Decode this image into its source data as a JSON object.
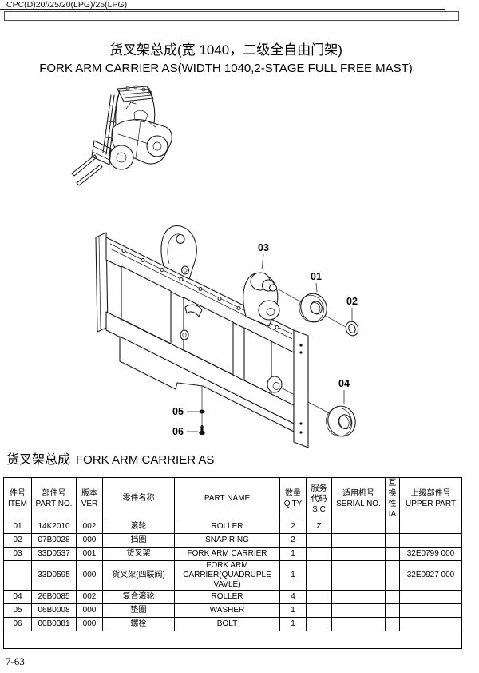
{
  "header": {
    "model": "CPC(D)20//25/20(LPG)/25(LPG)"
  },
  "title": {
    "zh": "货叉架总成(宽 1040，二级全自由门架)",
    "en": "FORK ARM CARRIER AS(WIDTH 1040,2-STAGE FULL FREE MAST)"
  },
  "section": {
    "zh": "货叉架总成",
    "en": "FORK ARM CARRIER AS"
  },
  "table": {
    "headers": {
      "item_zh": "件号",
      "item_en": "ITEM",
      "part_no_zh": "部件号",
      "part_no_en": "PART NO.",
      "ver_zh": "版本",
      "ver_en": "VER",
      "name_zh": "零件名称",
      "name_en": "PART NAME",
      "qty_zh": "数量",
      "qty_en": "Q'TY",
      "sc_zh": "服务代码",
      "sc_en": "S.C",
      "serial_zh": "适用机号",
      "serial_en": "SERIAL NO.",
      "ia_zh": "互换性",
      "ia_en": "IA",
      "upper_zh": "上级部件号",
      "upper_en": "UPPER PART"
    },
    "rows": [
      [
        "01",
        "14K2010",
        "002",
        "滚轮",
        "ROLLER",
        "2",
        "Z",
        "",
        "",
        ""
      ],
      [
        "02",
        "07B0028",
        "000",
        "挡圈",
        "SNAP RING",
        "2",
        "",
        "",
        "",
        ""
      ],
      [
        "03",
        "33D0537",
        "001",
        "货叉架",
        "FORK ARM CARRIER",
        "1",
        "",
        "",
        "",
        "32E0799 000"
      ],
      [
        "",
        "33D0595",
        "000",
        "货叉架(四联阀)",
        "FORK ARM CARRIER(QUADRUPLE VAVLE)",
        "1",
        "",
        "",
        "",
        "32E0927 000"
      ],
      [
        "04",
        "26B0085",
        "002",
        "复合滚轮",
        "ROLLER",
        "4",
        "",
        "",
        "",
        ""
      ],
      [
        "05",
        "06B0008",
        "000",
        "垫圈",
        "WASHER",
        "1",
        "",
        "",
        "",
        ""
      ],
      [
        "06",
        "00B0381",
        "000",
        "螺栓",
        "BOLT",
        "1",
        "",
        "",
        "",
        ""
      ]
    ]
  },
  "diagram": {
    "callouts": {
      "c01": "01",
      "c02": "02",
      "c03": "03",
      "c04": "04",
      "c05": "05",
      "c06": "06"
    }
  },
  "footer": {
    "page": "7-63"
  }
}
